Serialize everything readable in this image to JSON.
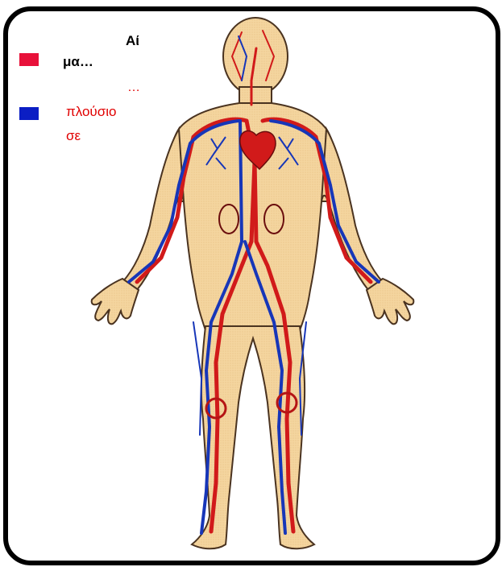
{
  "legend": {
    "red_color": "#e8113a",
    "blue_color": "#0b1ec4",
    "text_line_1": "Αί",
    "text_line_2": "μα…",
    "text_line_3": "…",
    "text_line_4": "πλούσιο",
    "text_line_5": "σε"
  },
  "figure": {
    "icon": "human-circulatory-system",
    "skin_color": "#f6d8a6",
    "artery_color": "#d11a1a",
    "vein_color": "#1736b8"
  }
}
